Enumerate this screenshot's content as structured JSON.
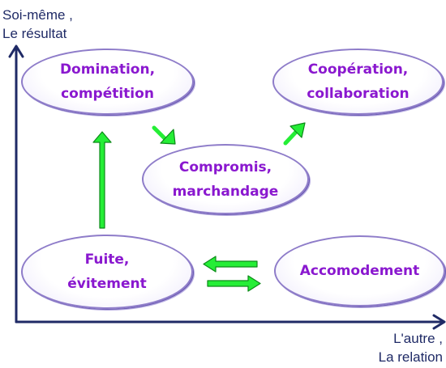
{
  "axes": {
    "y_label_line1": "Soi-même ,",
    "y_label_line2": "Le résultat",
    "x_label_line1": "L'autre ,",
    "x_label_line2": "La relation",
    "axis_color": "#1f2a66"
  },
  "nodes": {
    "domination": {
      "line1": "Domination,",
      "line2": "compétition"
    },
    "cooperation": {
      "line1": "Coopération,",
      "line2": "collaboration"
    },
    "compromis": {
      "line1": "Compromis,",
      "line2": "marchandage"
    },
    "fuite": {
      "line1": "Fuite,",
      "line2": "évitement"
    },
    "accomodement": {
      "line1": "Accomodement"
    }
  },
  "colors": {
    "node_text": "#8a18cf",
    "node_border": "#8e7cc9",
    "arrow_fill": "#25ee36",
    "arrow_outline": "#0c8a18"
  },
  "arrows": [
    {
      "from": "fuite",
      "to": "domination",
      "icon": "arrow-up-icon"
    },
    {
      "from": "domination",
      "to": "compromis",
      "icon": "arrow-down-right-icon"
    },
    {
      "from": "compromis",
      "to": "cooperation",
      "icon": "arrow-up-right-icon"
    },
    {
      "from": "accomodement",
      "to": "fuite",
      "icon": "arrow-left-icon"
    },
    {
      "from": "fuite",
      "to": "accomodement",
      "icon": "arrow-right-icon"
    }
  ]
}
